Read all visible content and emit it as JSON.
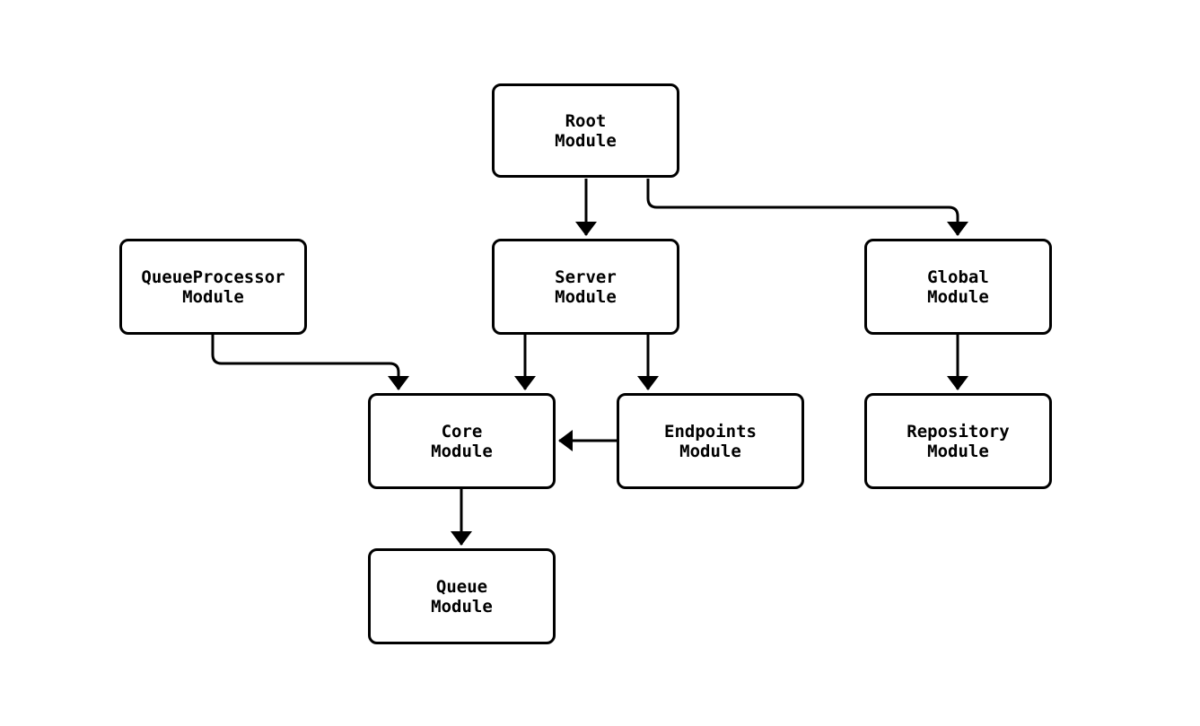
{
  "diagram": {
    "type": "module-dependency-graph",
    "background_color": "#ffffff",
    "line_color": "#000000",
    "node_fill_color": "#ffffff",
    "text_color": "#000000",
    "nodes": [
      {
        "id": "root",
        "line1": "Root",
        "line2": "Module"
      },
      {
        "id": "queueprocessor",
        "line1": "QueueProcessor",
        "line2": "Module"
      },
      {
        "id": "server",
        "line1": "Server",
        "line2": "Module"
      },
      {
        "id": "global",
        "line1": "Global",
        "line2": "Module"
      },
      {
        "id": "core",
        "line1": "Core",
        "line2": "Module"
      },
      {
        "id": "endpoints",
        "line1": "Endpoints",
        "line2": "Module"
      },
      {
        "id": "repository",
        "line1": "Repository",
        "line2": "Module"
      },
      {
        "id": "queue",
        "line1": "Queue",
        "line2": "Module"
      }
    ],
    "edges": [
      {
        "from": "Root Module",
        "to": "Server Module"
      },
      {
        "from": "Root Module",
        "to": "Global Module"
      },
      {
        "from": "QueueProcessor Module",
        "to": "Core Module"
      },
      {
        "from": "Server Module",
        "to": "Core Module"
      },
      {
        "from": "Server Module",
        "to": "Endpoints Module"
      },
      {
        "from": "Endpoints Module",
        "to": "Core Module"
      },
      {
        "from": "Global Module",
        "to": "Repository Module"
      },
      {
        "from": "Core Module",
        "to": "Queue Module"
      }
    ]
  }
}
